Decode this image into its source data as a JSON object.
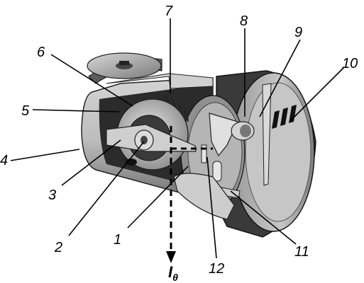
{
  "diagram": {
    "callouts": [
      {
        "id": "c1",
        "text": "1"
      },
      {
        "id": "c2",
        "text": "2"
      },
      {
        "id": "c3",
        "text": "3"
      },
      {
        "id": "c4",
        "text": "4"
      },
      {
        "id": "c5",
        "text": "5"
      },
      {
        "id": "c6",
        "text": "6"
      },
      {
        "id": "c7",
        "text": "7"
      },
      {
        "id": "c8",
        "text": "8"
      },
      {
        "id": "c9",
        "text": "9"
      },
      {
        "id": "c10",
        "text": "10"
      },
      {
        "id": "c11",
        "text": "11"
      },
      {
        "id": "c12",
        "text": "12"
      }
    ],
    "axis_label": {
      "main": "I",
      "sub": "θ"
    }
  }
}
